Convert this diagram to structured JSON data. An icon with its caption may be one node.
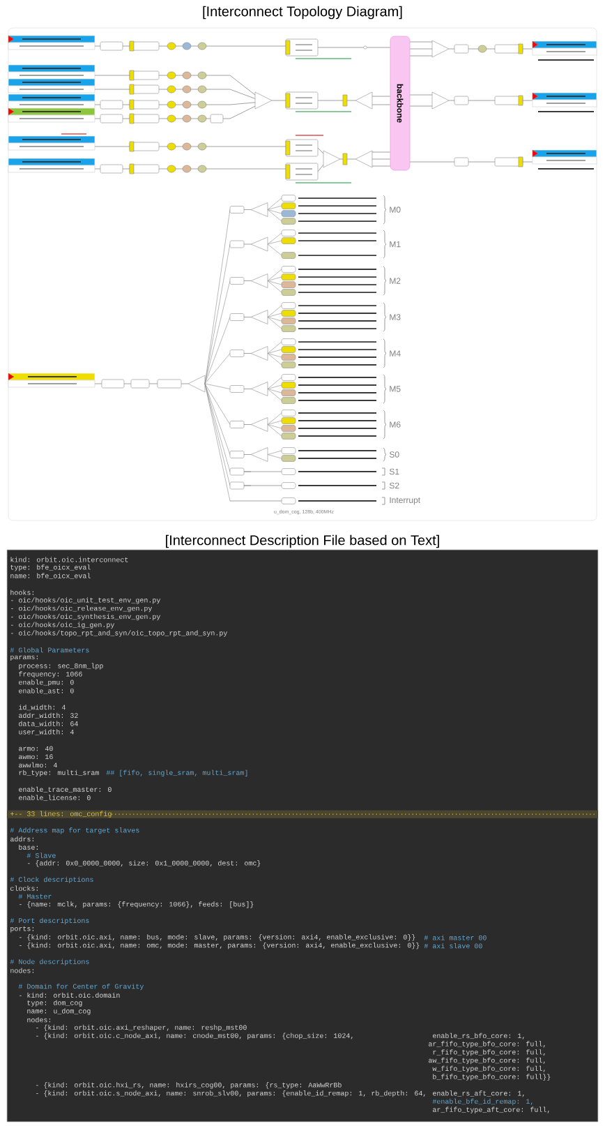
{
  "diagram": {
    "nodes": [
      {
        "text": [
          "backbone"
        ]
      }
    ],
    "labels": [
      "[Interconnect Topology Diagram]",
      "M0",
      "M1",
      "M2",
      "M3",
      "M4",
      "M5",
      "M6",
      "S0",
      "S1",
      "S2",
      "Interrupt",
      "u_dom_cog, 128b, 400MHz",
      "[Interconnect Description File based on Text]",
      "kind: orbit.oic.interconnect",
      "type: bfe_oicx_eval",
      "name: bfe_oicx_eval",
      "hooks:",
      "- oic/hooks/oic_unit_test_env_gen.py",
      "- oic/hooks/oic_release_env_gen.py",
      "- oic/hooks/oic_synthesis_env_gen.py",
      "- oic/hooks/oic_ig_gen.py",
      "- oic/hooks/topo_rpt_and_syn/oic_topo_rpt_and_syn.py",
      "# Global Parameters",
      "params:",
      "process: sec_8nm_lpp",
      "frequency: 1066",
      "enable_pmu: 0",
      "enable_ast: 0",
      "id_width: 4",
      "addr_width: 32",
      "data_width: 64",
      "user_width: 4",
      "armo: 40",
      "awmo: 16",
      "awwlmo: 4",
      "rb_type: multi_sram",
      "## [fifo, single_sram, multi_sram]",
      "enable_trace_master: 0",
      "enable_license: 0",
      "+-- 33 lines: omc_config",
      "# Address map for target slaves",
      "addrs:",
      "base:",
      "# Slave",
      "- {addr: 0x0_0000_0000, size: 0x1_0000_0000, dest: omc}",
      "# Clock descriptions",
      "clocks:",
      "# Master",
      "- {name: mclk, params: {frequency: 1066}, feeds: [bus]}",
      "# Port descriptions",
      "ports:",
      "- {kind: orbit.oic.axi, name: bus, mode: slave, params: {version: axi4, enable_exclusive: 0}}",
      "# axi master 00",
      "- {kind: orbit.oic.axi, name: omc, mode: master, params: {version: axi4, enable_exclusive: 0}}",
      "# axi slave 00",
      "# Node descriptions",
      "nodes:",
      "# Domain for Center of Gravity",
      "- kind: orbit.oic.domain",
      "type: dom_cog",
      "name: u_dom_cog",
      "nodes:",
      "- {kind: orbit.oic.axi_reshaper, name: reshp_mst00",
      "- {kind: orbit.oic.c_node_axi, name: cnode_mst00, params: {chop_size: 1024,",
      "enable_rs_bfo_core: 1,",
      "ar_fifo_type_bfo_core: full,",
      "r_fifo_type_bfo_core: full,",
      "aw_fifo_type_bfo_core: full,",
      "w_fifo_type_bfo_core: full,",
      "b_fifo_type_bfo_core: full}}",
      "- {kind: orbit.oic.hxi_rs, name: hxirs_cog00, params: {rs_type: AaWwRrBb",
      "- {kind: orbit.oic.s_node_axi, name: snrob_slv00, params: {enable_id_remap: 1, rb_depth: 64,",
      "enable_rs_aft_core: 1,",
      "#enable_bfe_id_remap: 1,",
      "ar_fifo_type_aft_core: full,"
    ]
  }
}
